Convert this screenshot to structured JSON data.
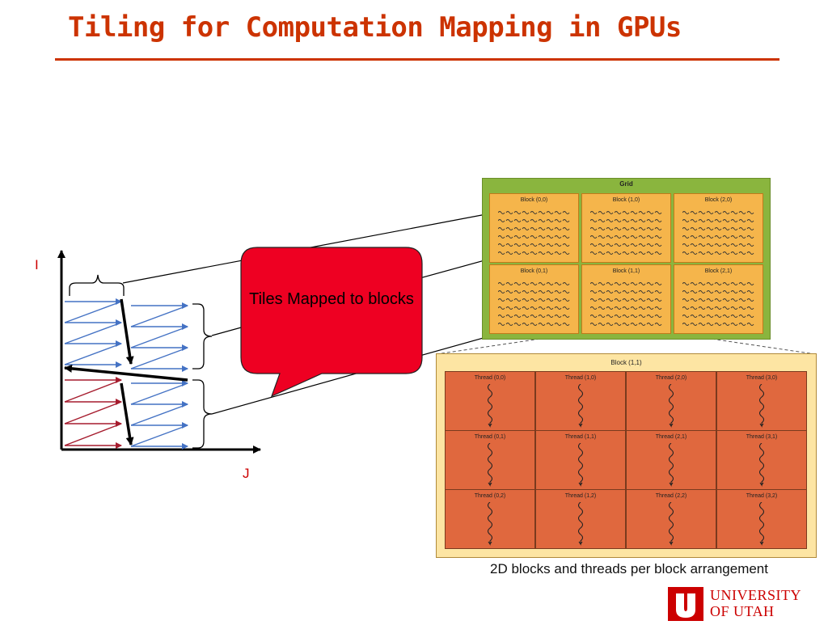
{
  "slide": {
    "title": "Tiling for Computation Mapping in GPUs"
  },
  "axes": {
    "y_label": "I",
    "x_label": "J"
  },
  "callout": {
    "text": "Tiles Mapped to blocks"
  },
  "grid": {
    "title": "Grid",
    "blocks": [
      "Block (0,0)",
      "Block (1,0)",
      "Block (2,0)",
      "Block (0,1)",
      "Block (1,1)",
      "Block (2,1)"
    ]
  },
  "block_detail": {
    "title": "Block (1,1)",
    "threads": [
      "Thread (0,0)",
      "Thread (1,0)",
      "Thread (2,0)",
      "Thread (3,0)",
      "Thread (0,1)",
      "Thread (1,1)",
      "Thread (2,1)",
      "Thread (3,1)",
      "Thread (0,2)",
      "Thread (1,2)",
      "Thread (2,2)",
      "Thread (3,2)"
    ]
  },
  "caption": "2D blocks and threads per block arrangement",
  "logo": {
    "line1": "UNIVERSITY",
    "line2": "OF UTAH"
  },
  "colors": {
    "title": "#cc3300",
    "callout": "#ee0022",
    "blue_arrows": "#4472c4",
    "red_arrows": "#a61c2e",
    "grid": "#8ab53e",
    "block": "#f5b54b",
    "thread": "#e0683e",
    "block_panel": "#fde5a3"
  }
}
